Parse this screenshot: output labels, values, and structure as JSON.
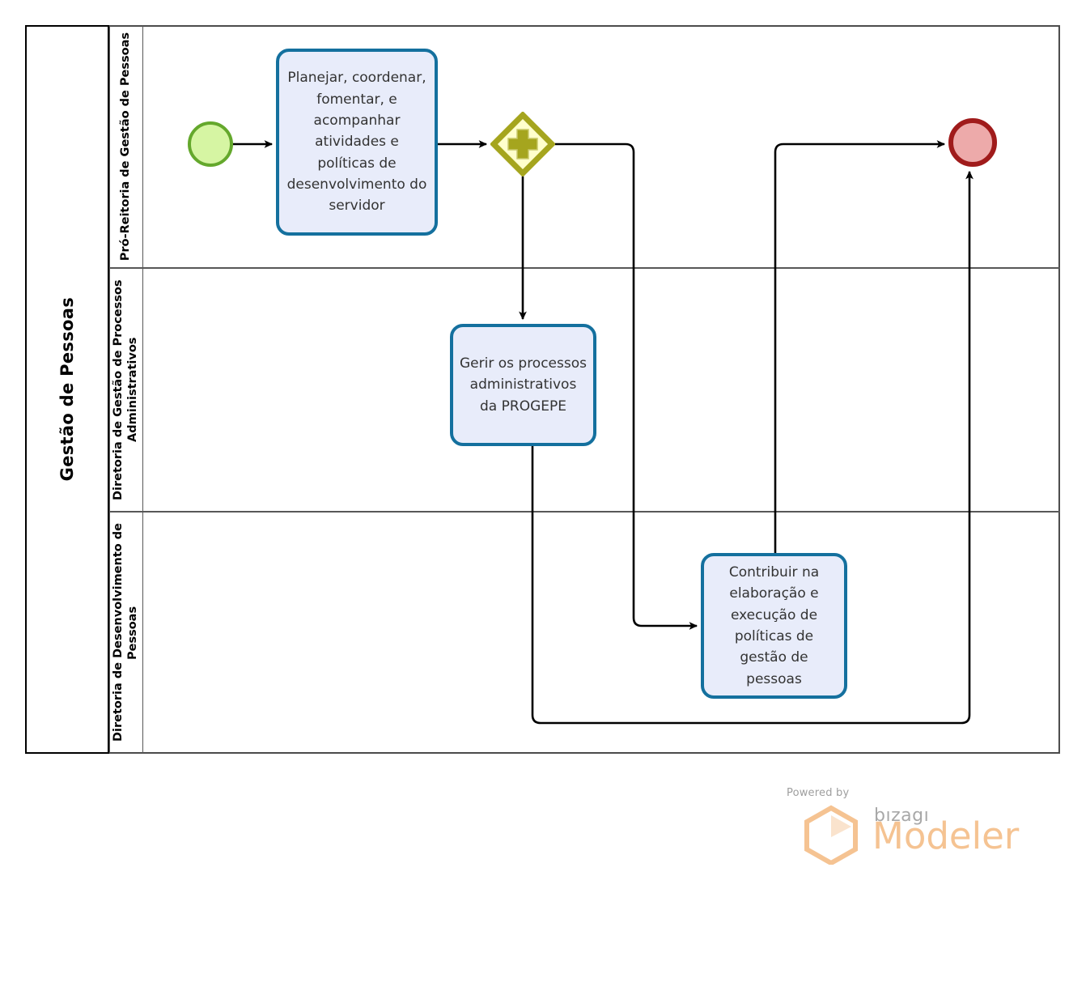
{
  "diagram": {
    "type": "bpmn-process-diagram",
    "pool": {
      "name": "Gestão de Pessoas"
    },
    "lanes": [
      {
        "id": "lane-1",
        "name": "Pró-Reitoria de Gestão de Pessoas"
      },
      {
        "id": "lane-2",
        "name": "Diretoria de Gestão de Processos Administrativos"
      },
      {
        "id": "lane-3",
        "name": "Diretoria de Desenvolvimento de Pessoas"
      }
    ],
    "nodes": {
      "start_event": {
        "type": "start-event",
        "lane": "lane-1",
        "label": ""
      },
      "task_1": {
        "type": "task",
        "lane": "lane-1",
        "label": "Planejar, coordenar, fomentar, e acompanhar atividades e políticas de desenvolvimento do servidor"
      },
      "gateway_1": {
        "type": "parallel-gateway",
        "lane": "lane-1",
        "marker": "+",
        "label": ""
      },
      "task_2": {
        "type": "task",
        "lane": "lane-2",
        "label": "Gerir os processos administrativos da PROGEPE"
      },
      "task_3": {
        "type": "task",
        "lane": "lane-3",
        "label": "Contribuir na elaboração e execução de políticas de gestão de pessoas"
      },
      "end_event": {
        "type": "end-event",
        "lane": "lane-1",
        "label": ""
      }
    },
    "flows": [
      {
        "from": "start_event",
        "to": "task_1"
      },
      {
        "from": "task_1",
        "to": "gateway_1"
      },
      {
        "from": "gateway_1",
        "to": "task_2"
      },
      {
        "from": "gateway_1",
        "to": "task_3"
      },
      {
        "from": "task_2",
        "to": "end_event"
      },
      {
        "from": "task_3",
        "to": "end_event"
      }
    ],
    "colors": {
      "task_fill": "#e8ecfa",
      "task_border": "#14709e",
      "start_event_fill": "#d6f5a3",
      "start_event_border": "#64a82c",
      "end_event_fill": "#edaaaa",
      "end_event_border": "#a01b1b",
      "gateway_fill": "#ffffcc",
      "gateway_border": "#a5a51e",
      "pool_border": "#3f3f3f",
      "lane_border": "#585858",
      "flow_line": "#000000"
    }
  },
  "watermark": {
    "powered_by": "Powered by",
    "brand": "bızagı",
    "product": "Modeler",
    "logo_color": "#f5c392"
  }
}
